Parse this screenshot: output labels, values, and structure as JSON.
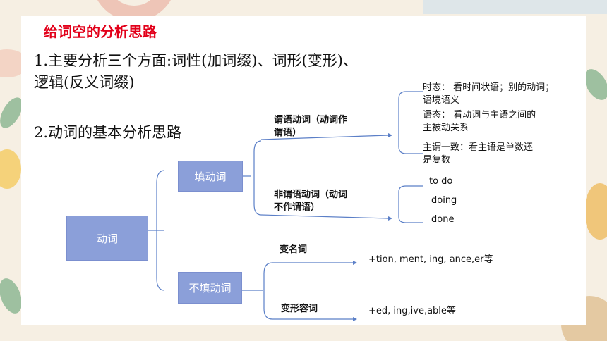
{
  "title": "给词空的分析思路",
  "point1_line1": "1.主要分析三个方面:词性(加词缀)、词形(变形)、",
  "point1_line2": "逻辑(反义词缀)",
  "point2": "2.动词的基本分析思路",
  "nodes": {
    "verb": "动词",
    "fill_verb": "填动词",
    "not_fill_verb": "不填动词",
    "predicate_line1": "谓语动词（动词作",
    "predicate_line2": "谓语）",
    "nonpredicate_line1": "非谓语动词（动词",
    "nonpredicate_line2": "不作谓语）",
    "to_noun": "变名词",
    "to_adj": "变形容词"
  },
  "predicate_notes": {
    "tense_l1": "时态： 看时间状语；别的动词；",
    "tense_l2": "语境语义",
    "voice_l1": "语态： 看动词与主语之间的",
    "voice_l2": "主被动关系",
    "agree_l1": "主谓一致：看主语是单数还",
    "agree_l2": "是复数"
  },
  "nonpredicate_forms": [
    "to do",
    "doing",
    "done"
  ],
  "noun_suffixes": "+tion, ment, ing, ance,er等",
  "adj_suffixes": "+ed, ing,ive,able等",
  "colors": {
    "title": "#e2001a",
    "box": "#8b9fd9",
    "line": "#5b7fc7"
  }
}
